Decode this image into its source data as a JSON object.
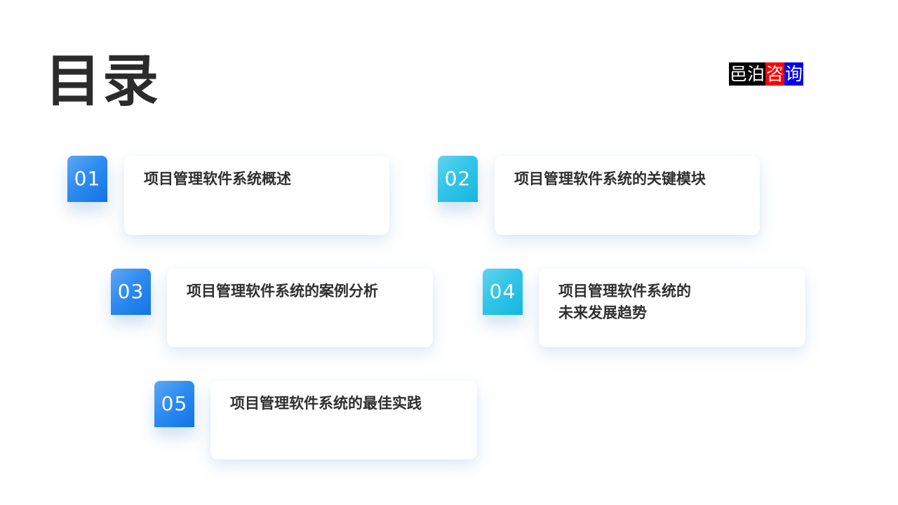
{
  "page": {
    "title": "目录",
    "background_color": "#ffffff",
    "title_color": "#2b2b2b"
  },
  "logo": {
    "name": "邑泊咨询",
    "segments": [
      {
        "text": "邑泊",
        "background": "#000000",
        "color": "#ffffff"
      },
      {
        "text": "咨",
        "background": "#ff0000",
        "color": "#ffffff"
      },
      {
        "text": "询",
        "background": "#0000ee",
        "color": "#ffffff"
      }
    ]
  },
  "toc": {
    "items": [
      {
        "number": "01",
        "label": "项目管理软件系统概述",
        "badge_color": "#1273e6",
        "badge_style": "blue"
      },
      {
        "number": "02",
        "label": "项目管理软件系统的关键模块",
        "badge_color": "#16b6de",
        "badge_style": "cyan"
      },
      {
        "number": "03",
        "label": "项目管理软件系统的案例分析",
        "badge_color": "#1273e6",
        "badge_style": "blue"
      },
      {
        "number": "04",
        "label": "项目管理软件系统的\n未来发展趋势",
        "badge_color": "#16b6de",
        "badge_style": "cyan"
      },
      {
        "number": "05",
        "label": "项目管理软件系统的最佳实践",
        "badge_color": "#1273e6",
        "badge_style": "blue"
      }
    ]
  }
}
